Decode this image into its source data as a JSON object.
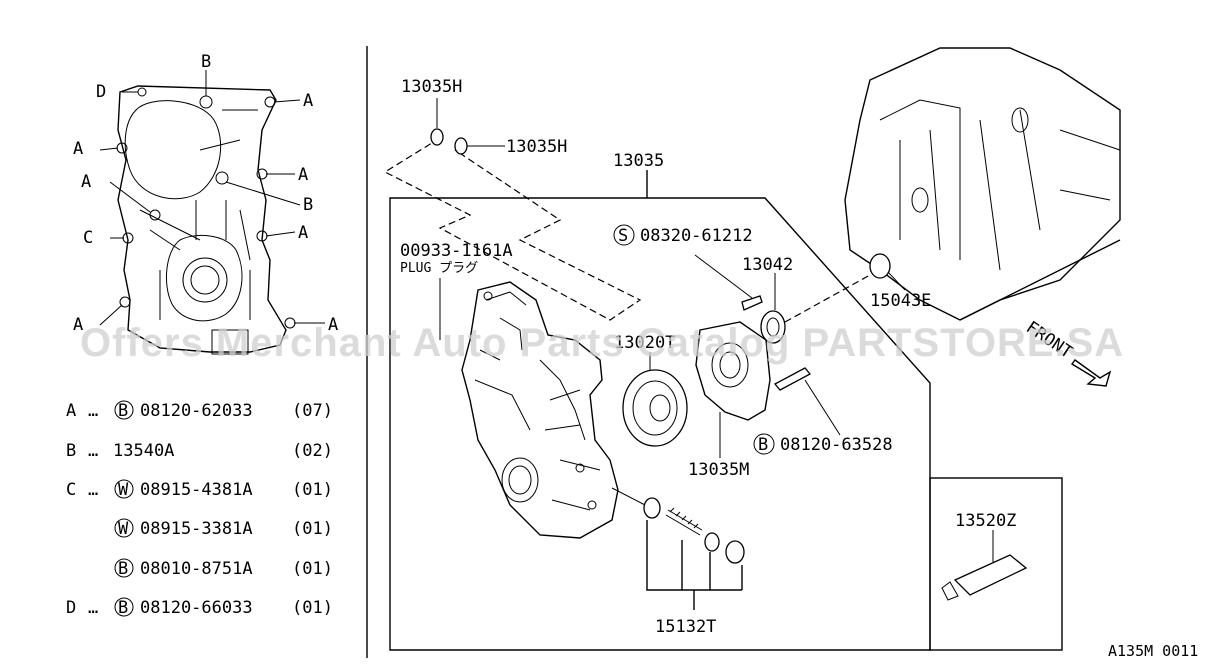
{
  "diagram": {
    "figure_code": "A135M 0011",
    "watermark": "Offers Merchant Auto Parts Catalog PARTSTORE.SA",
    "front_label": "FRONT",
    "inset_markers": {
      "a": "A",
      "b": "B",
      "c": "C",
      "d": "D"
    },
    "callouts": {
      "p13035H_top": "13035H",
      "p13035H_right": "13035H",
      "p13035": "13035",
      "p00933": "00933-1161A",
      "plug": "PLUG プラグ",
      "p08320": "08320-61212",
      "p13042": "13042",
      "p15043E": "15043E",
      "p13020T": "13020T",
      "p08120_63528": "08120-63528",
      "p13035M": "13035M",
      "p13520Z": "13520Z",
      "p15132T": "15132T"
    },
    "badges": {
      "s": "S",
      "b": "B",
      "w": "W"
    },
    "legend": [
      {
        "letter": "A",
        "badge": "B",
        "part": "08120-62033",
        "qty": "(07)"
      },
      {
        "letter": "B",
        "badge": "",
        "part": "13540A",
        "qty": "(02)"
      },
      {
        "letter": "C",
        "badge": "W",
        "part": "08915-4381A",
        "qty": "(01)"
      },
      {
        "letter": "",
        "badge": "W",
        "part": "08915-3381A",
        "qty": "(01)"
      },
      {
        "letter": "",
        "badge": "B",
        "part": "08010-8751A",
        "qty": "(01)"
      },
      {
        "letter": "D",
        "badge": "B",
        "part": "08120-66033",
        "qty": "(01)"
      }
    ]
  }
}
